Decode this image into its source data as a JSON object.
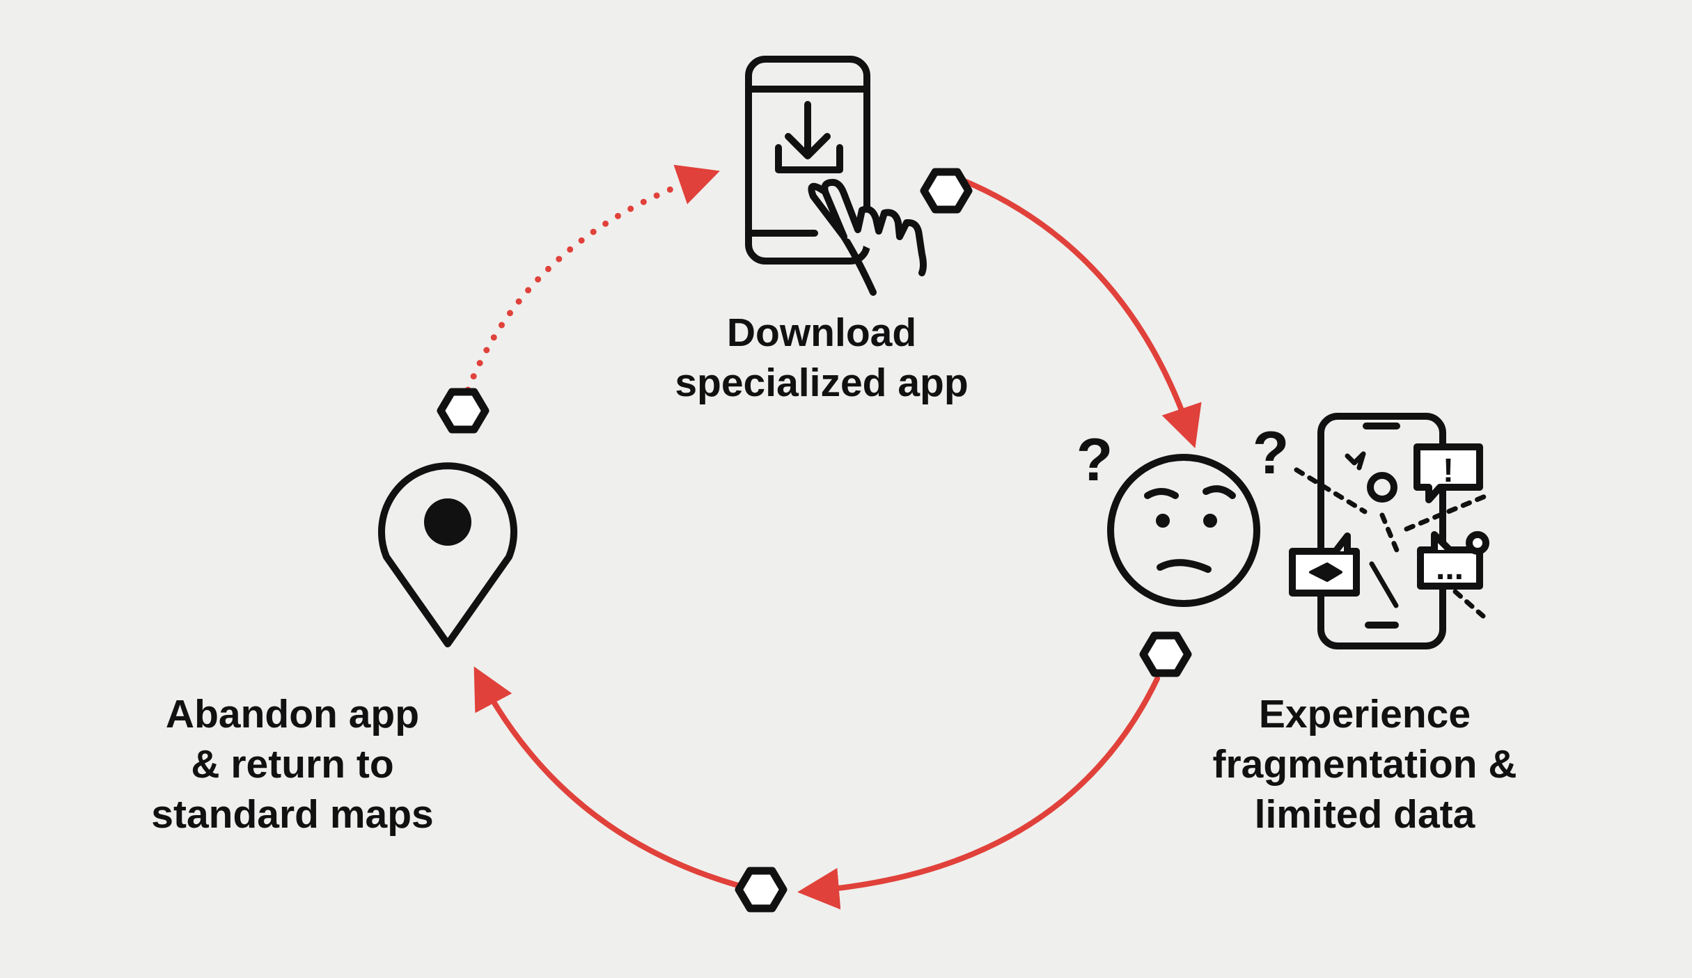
{
  "diagram": {
    "type": "cycle",
    "colors": {
      "arrow": "#e0413a",
      "ink": "#111111",
      "background": "#efefed"
    },
    "steps": [
      {
        "id": "download",
        "label": "Download\nspecialized app",
        "icon": "phone-download-tap-icon"
      },
      {
        "id": "experience",
        "label": "Experience\nfragmentation &\nlimited data",
        "icon": "confused-face-fragmented-phone-icon"
      },
      {
        "id": "abandon",
        "label": "Abandon app\n& return to\nstandard maps",
        "icon": "map-pin-icon"
      }
    ],
    "connectors": [
      {
        "from": "download",
        "to": "experience",
        "style": "solid"
      },
      {
        "from": "experience",
        "to": "abandon",
        "style": "solid"
      },
      {
        "from": "abandon",
        "to": "download",
        "style": "dotted"
      }
    ],
    "decorations": {
      "question_marks": [
        "?",
        "?"
      ],
      "alert_mark": "!",
      "ellipsis": "..."
    }
  }
}
